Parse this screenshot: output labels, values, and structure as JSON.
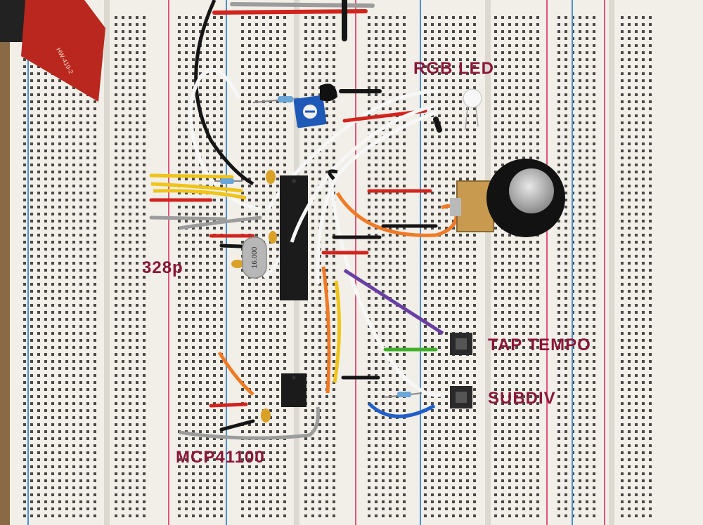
{
  "photo": {
    "subject": "breadboard",
    "annotations": {
      "rgb_led": "RGB LED",
      "microcontroller": "328p",
      "tap_tempo": "TAP TEMPO",
      "subdiv": "SUBDIV",
      "digipot": "MCP41100"
    },
    "crystal_marking": "16.000",
    "module_marking": "HW-419-2"
  },
  "colors": {
    "annotation_text": "#8b1738",
    "board": "#f1efe8",
    "rail_red": "#e0547a",
    "rail_blue": "#4b8fd0",
    "chip": "#1b1b1b",
    "module_pcb": "#b9271e"
  }
}
